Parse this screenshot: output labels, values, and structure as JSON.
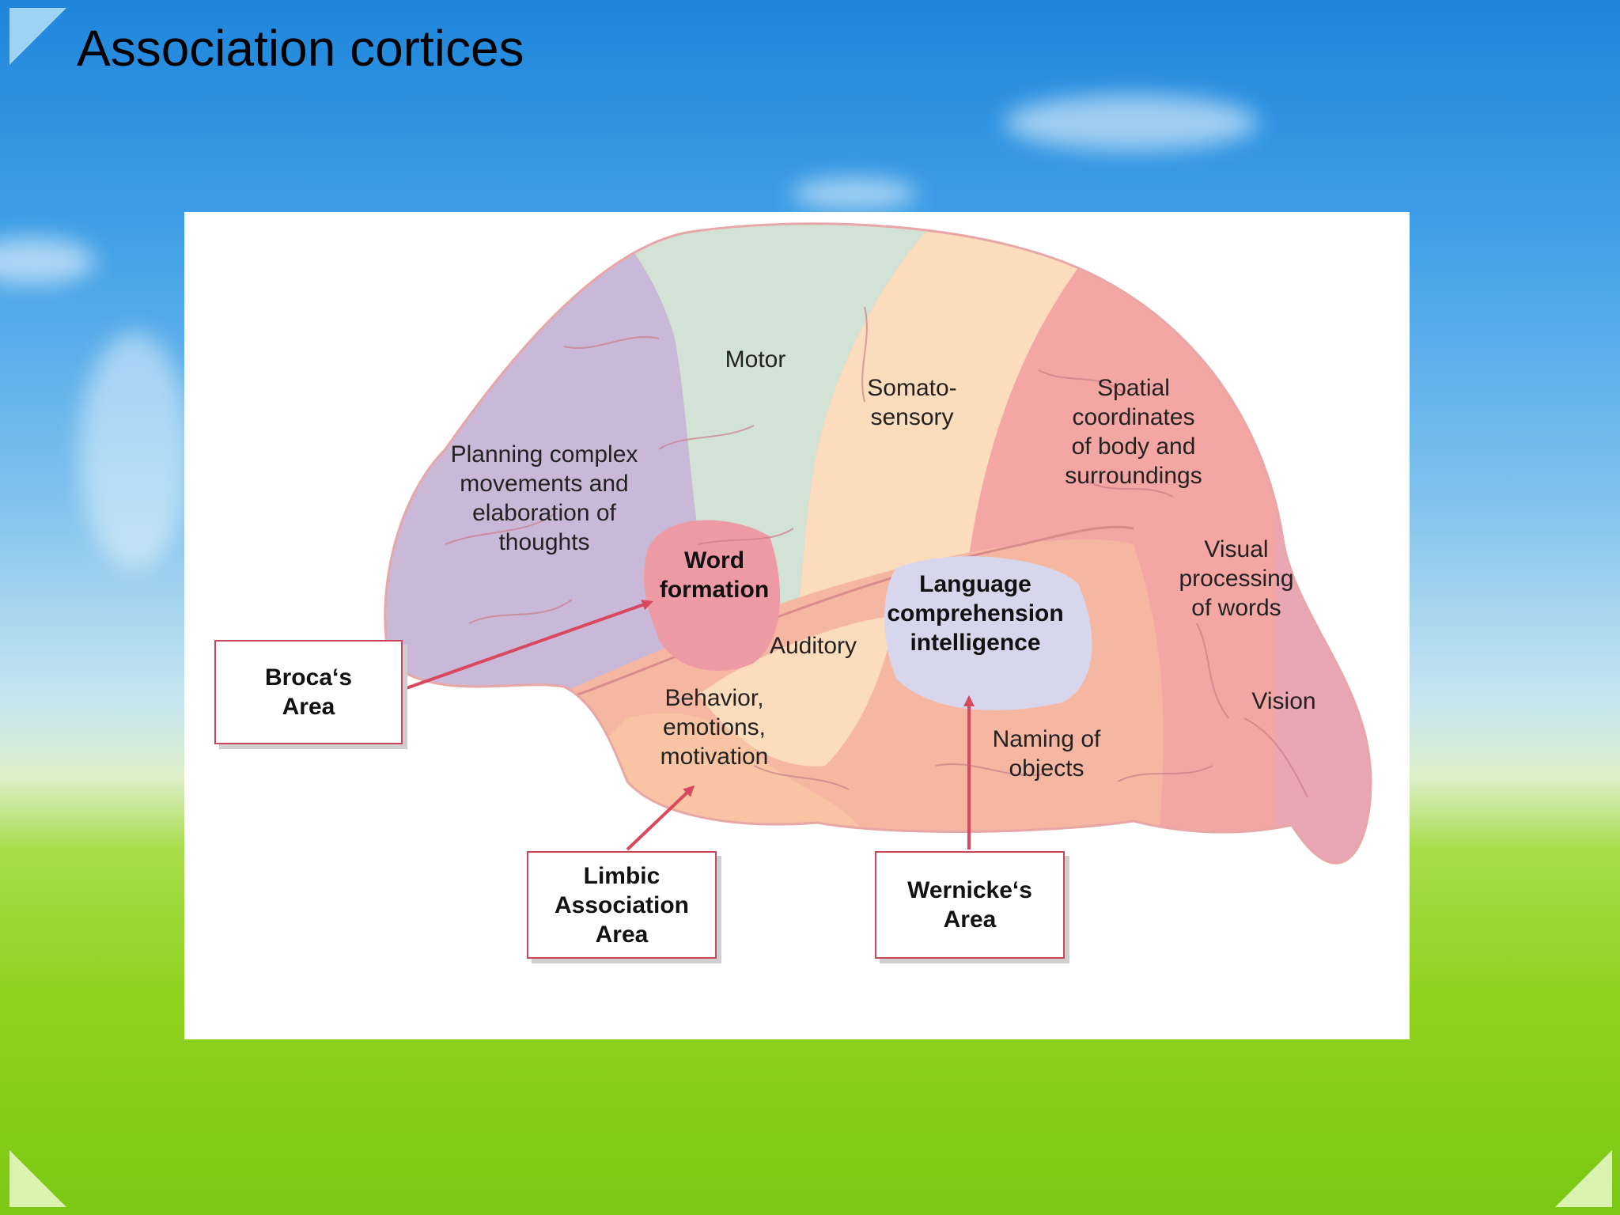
{
  "slide": {
    "title": "Association cortices"
  },
  "diagram": {
    "region_labels": {
      "motor": "Motor",
      "somatosensory": "Somato-\nsensory",
      "spatial": "Spatial\ncoordinates\nof body and\nsurroundings",
      "planning": "Planning complex\nmovements and\nelaboration of\nthoughts",
      "word_formation": "Word\nformation",
      "language": "Language\ncomprehension\nintelligence",
      "visual_words": "Visual\nprocessing\nof words",
      "auditory": "Auditory",
      "behavior": "Behavior,\nemotions,\nmotivation",
      "vision": "Vision",
      "naming": "Naming of\nobjects"
    },
    "callouts": {
      "broca": "Broca‘s\nArea",
      "limbic": "Limbic\nAssociation\nArea",
      "wernicke": "Wernicke‘s\nArea"
    },
    "colors": {
      "frontal": "#c9b8d8",
      "motor": "#d2e2d4",
      "somatosensory": "#fbdcbc",
      "parietal": "#f3a6a3",
      "occipital": "#e9a6b3",
      "temporal": "#f6b7a2",
      "limbic": "#f8c4a4",
      "broca": "#ee9aa4",
      "wernicke": "#d8d6ec",
      "accent": "#d9485e"
    }
  }
}
